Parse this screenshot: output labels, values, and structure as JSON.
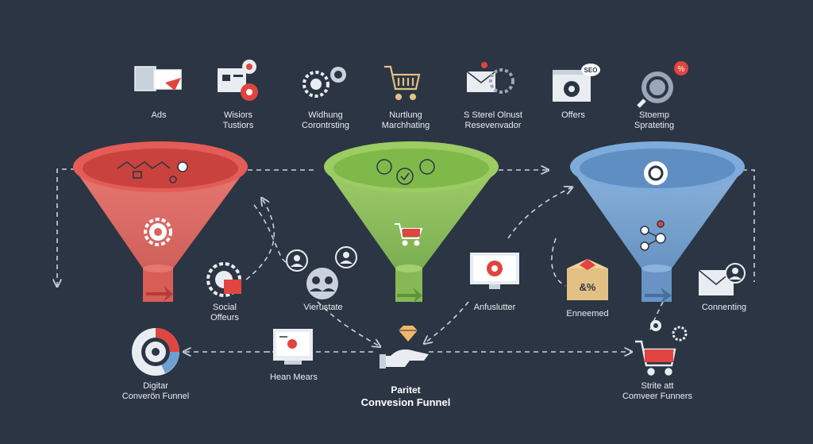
{
  "top_row": [
    {
      "name": "ads",
      "lines": [
        "Ads"
      ],
      "icon": "ad-browser-icon"
    },
    {
      "name": "visitors",
      "lines": [
        "Wisiors",
        "Tustiors"
      ],
      "icon": "profile-gear-icon"
    },
    {
      "name": "widhung",
      "lines": [
        "Widhung",
        "Corontrsting"
      ],
      "icon": "gears-icon"
    },
    {
      "name": "nurturing",
      "lines": [
        "Nurtlung",
        "Marchhating"
      ],
      "icon": "shopping-cart-icon"
    },
    {
      "name": "email",
      "lines": [
        "S Sterel Olnust",
        "Resevenvador"
      ],
      "icon": "envelope-gear-icon"
    },
    {
      "name": "offers",
      "lines": [
        "Offers"
      ],
      "icon": "seo-window-icon"
    },
    {
      "name": "stoemp",
      "lines": [
        "Stoemp",
        "Sprateting"
      ],
      "icon": "magnifier-percent-icon"
    }
  ],
  "middle_labels": {
    "social": [
      "Social",
      "Offeurs"
    ],
    "viewstate": [
      "Vierustate"
    ],
    "anfuslutter": [
      "Anfuslutter"
    ],
    "enneemed": [
      "Enneemed"
    ],
    "connenting": [
      "Connenting"
    ]
  },
  "bottom_labels": {
    "digital": [
      "Digitar",
      "Converön Funnel"
    ],
    "hean": [
      "Hean Mears"
    ],
    "strite": [
      "Strite att",
      "Comveer Funners"
    ]
  },
  "center_title": {
    "line1": "Paritet",
    "line2": "Convesion Funnel"
  },
  "colors": {
    "background": "#2b3543",
    "red_funnel": "#e0615c",
    "green_funnel": "#8dbf5b",
    "blue_funnel": "#6f9fd0",
    "accent_red": "#e0453f",
    "line": "#c9d2dc"
  }
}
